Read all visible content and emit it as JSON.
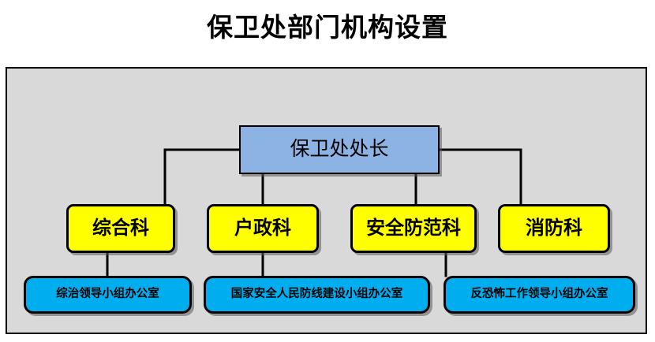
{
  "title": "保卫处部门机构设置",
  "colors": {
    "frame_fill": "#d9d9d9",
    "frame_border": "#000000",
    "root_fill": "#8cb3e3",
    "dept_fill": "#ffff00",
    "office_fill": "#00aeef",
    "line": "#000000",
    "text": "#000000"
  },
  "root": {
    "label": "保卫处处长"
  },
  "departments": [
    {
      "label": "综合科"
    },
    {
      "label": "户政科"
    },
    {
      "label": "安全防范科"
    },
    {
      "label": "消防科"
    }
  ],
  "offices": [
    {
      "label": "综治领导小组办公室",
      "parent": "综合科"
    },
    {
      "label": "国家安全人民防线建设小组办公室",
      "parent": "户政科"
    },
    {
      "label": "反恐怖工作领导小组办公室",
      "parent": "安全防范科"
    }
  ]
}
